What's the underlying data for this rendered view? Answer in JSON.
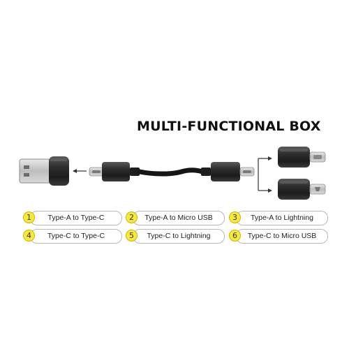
{
  "headline": "MULTI-FUNCTIONAL BOX",
  "options": [
    {
      "number": "1",
      "label": "Type-A to Type-C"
    },
    {
      "number": "2",
      "label": "Type-A to  Micro USB"
    },
    {
      "number": "3",
      "label": "Type-A to Lightning"
    },
    {
      "number": "4",
      "label": "Type-C to Type-C"
    },
    {
      "number": "5",
      "label": "Type-C to Lightning"
    },
    {
      "number": "6",
      "label": "Type-C to  Micro USB"
    }
  ],
  "colors": {
    "background": "#ffffff",
    "metal_dark": "#2b2b2b",
    "badge": "#f7ea3a",
    "pill_border": "#b9b9b9"
  }
}
